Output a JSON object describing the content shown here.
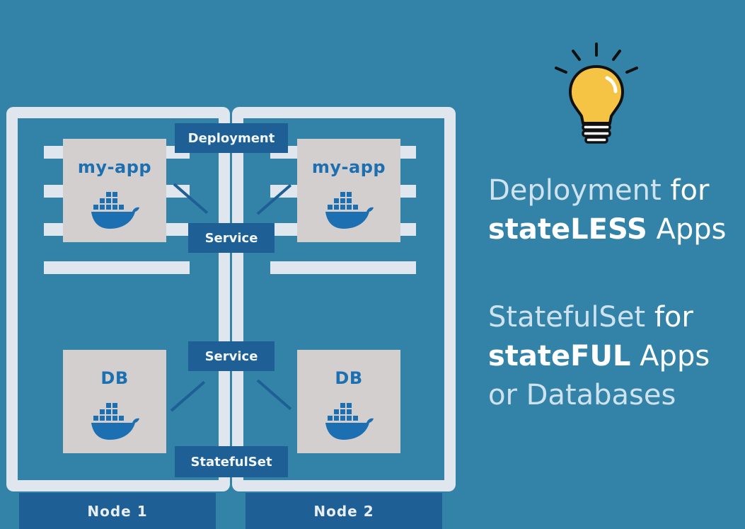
{
  "diagram": {
    "node_labels": [
      "Node 1",
      "Node 2"
    ],
    "pods": [
      {
        "title": "my-app",
        "icon": "docker-whale-icon"
      },
      {
        "title": "my-app",
        "icon": "docker-whale-icon"
      },
      {
        "title": "DB",
        "icon": "docker-whale-icon"
      },
      {
        "title": "DB",
        "icon": "docker-whale-icon"
      }
    ],
    "tags": {
      "deployment": "Deployment",
      "service_top": "Service",
      "service_bottom": "Service",
      "statefulset": "StatefulSet"
    }
  },
  "text": {
    "line1_a": "Deployment",
    "line1_b": " for",
    "line2_a": "stateLESS",
    "line2_b": " Apps",
    "line3_a": "StatefulSet",
    "line3_b": " for",
    "line4_a": "stateFUL",
    "line4_b": " Apps",
    "line5": "or Databases"
  },
  "icons": {
    "idea": "lightbulb-icon"
  },
  "colors": {
    "background": "#3383a9",
    "node_frame": "#dfe6ee",
    "label_bg": "#1e5f96",
    "pod_bg": "#d3cfcf",
    "pod_text": "#1c6fb1",
    "bulb": "#f6c445"
  }
}
